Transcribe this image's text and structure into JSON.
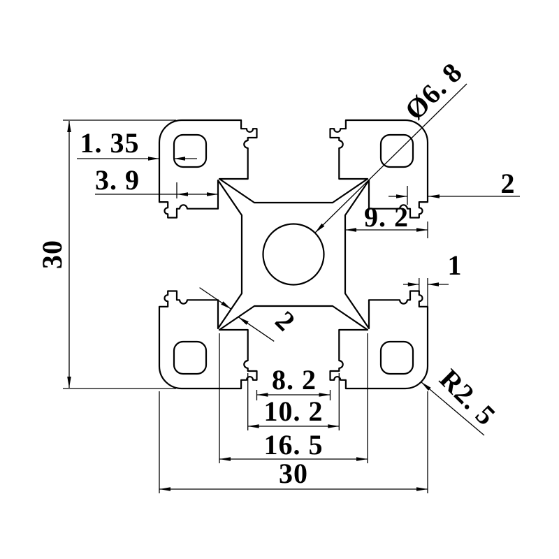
{
  "drawing": {
    "type": "extrusion-profile-cross-section",
    "line_color": "#000000",
    "background_color": "#ffffff",
    "dims": {
      "overall_height": {
        "label": "30"
      },
      "lip_wall": {
        "label": "1. 35"
      },
      "slot_side": {
        "label": "3. 9"
      },
      "center_bore": {
        "label": "Ø6. 8"
      },
      "face_wall": {
        "label": "2"
      },
      "cavity_depth": {
        "label": "9. 2"
      },
      "face_step": {
        "label": "1"
      },
      "web_wall": {
        "label": "2"
      },
      "corner_radius": {
        "label": "R2. 5"
      },
      "slot_opening": {
        "label": "8. 2"
      },
      "slot_mouth": {
        "label": "10. 2"
      },
      "slot_inner_width": {
        "label": "16. 5"
      },
      "overall_width": {
        "label": "30"
      }
    }
  }
}
